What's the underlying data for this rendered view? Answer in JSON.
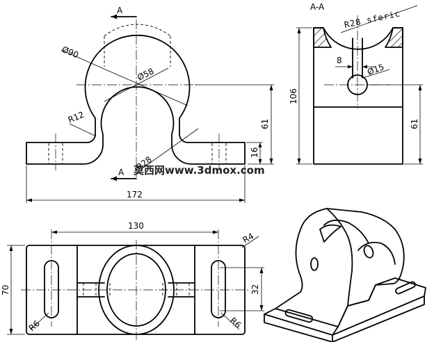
{
  "section_labels": {
    "cut_top": "A",
    "cut_bottom": "A",
    "section_title": "A-A"
  },
  "front_view": {
    "dim_overall_width": "172",
    "dim_base_height": "16",
    "dim_center_height": "61",
    "dim_outer_diameter": "Ø90",
    "dim_inner_diameter": "Ø58",
    "dim_fillet_r12": "R12",
    "dim_fillet_r28": "R28"
  },
  "section_view": {
    "dim_sphere": "R28 sferic",
    "dim_slot_width": "8",
    "dim_hole": "Ø15",
    "dim_total_height": "106",
    "dim_center_height": "61"
  },
  "top_view": {
    "dim_slot_spacing": "130",
    "dim_depth": "70",
    "dim_slot_length": "32",
    "dim_corner_radius": "R4",
    "dim_slot_radius_left": "R6",
    "dim_slot_radius_right": "R6"
  },
  "watermark": "莫西网www.3dmox.com"
}
